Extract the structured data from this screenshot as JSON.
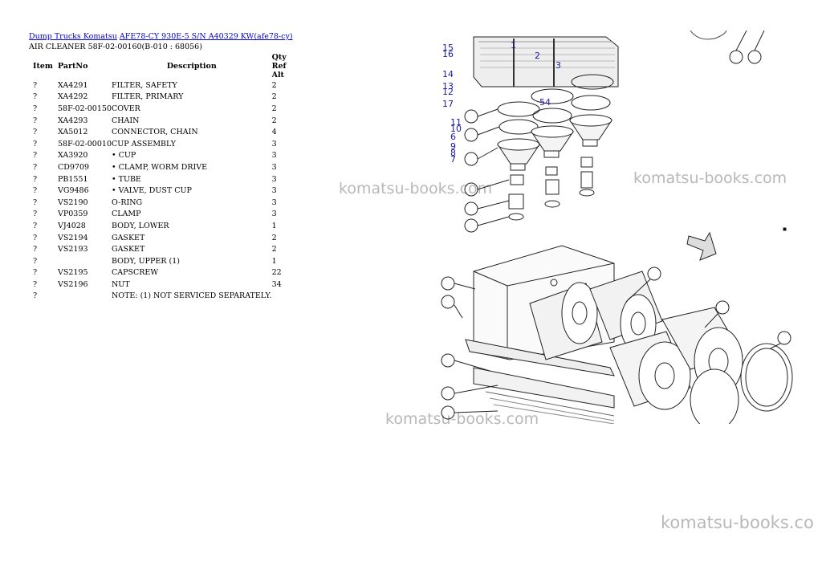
{
  "breadcrumb": {
    "link1": "Dump Trucks Komatsu",
    "link2": "AFE78-CY 930E-5 S/N A40329 KW(afe78-cy)"
  },
  "subtitle": "AIR CLEANER 58F-02-00160(B-010 : 68056)",
  "table": {
    "headers": {
      "item": "Item",
      "partno": "PartNo",
      "description": "Description",
      "qty": "Qty Ref Alt"
    },
    "rows": [
      {
        "item": "?",
        "partno": "XA4291",
        "description": "FILTER, SAFETY",
        "qty": "2"
      },
      {
        "item": "?",
        "partno": "XA4292",
        "description": "FILTER, PRIMARY",
        "qty": "2"
      },
      {
        "item": "?",
        "partno": "58F-02-00150",
        "description": "COVER",
        "qty": "2"
      },
      {
        "item": "?",
        "partno": "XA4293",
        "description": "CHAIN",
        "qty": "2"
      },
      {
        "item": "?",
        "partno": "XA5012",
        "description": "CONNECTOR, CHAIN",
        "qty": "4"
      },
      {
        "item": "?",
        "partno": "58F-02-00010",
        "description": "CUP ASSEMBLY",
        "qty": "3"
      },
      {
        "item": "?",
        "partno": "XA3920",
        "description": "• CUP",
        "qty": "3"
      },
      {
        "item": "?",
        "partno": "CD9709",
        "description": "• CLAMP, WORM DRIVE",
        "qty": "3"
      },
      {
        "item": "?",
        "partno": "PB1551",
        "description": "• TUBE",
        "qty": "3"
      },
      {
        "item": "?",
        "partno": "VG9486",
        "description": "• VALVE, DUST CUP",
        "qty": "3"
      },
      {
        "item": "?",
        "partno": "VS2190",
        "description": "O-RING",
        "qty": "3"
      },
      {
        "item": "?",
        "partno": "VP0359",
        "description": "CLAMP",
        "qty": "3"
      },
      {
        "item": "?",
        "partno": "VJ4028",
        "description": "BODY, LOWER",
        "qty": "1"
      },
      {
        "item": "?",
        "partno": "VS2194",
        "description": "GASKET",
        "qty": "2"
      },
      {
        "item": "?",
        "partno": "VS2193",
        "description": "GASKET",
        "qty": "2"
      },
      {
        "item": "?",
        "partno": "",
        "description": "BODY, UPPER (1)",
        "qty": "1"
      },
      {
        "item": "?",
        "partno": "VS2195",
        "description": "CAPSCREW",
        "qty": "22"
      },
      {
        "item": "?",
        "partno": "VS2196",
        "description": "NUT",
        "qty": "34"
      },
      {
        "item": "?",
        "partno": "",
        "description": "NOTE: (1) NOT SERVICED SEPARATELY.",
        "qty": ""
      }
    ]
  },
  "watermark": {
    "text1": "komatsu-books.com",
    "text2": "komatsu-books.com",
    "text3": "komatsu-books.com",
    "text4": "komatsu-books.co"
  },
  "drawing": {
    "callouts": [
      "15",
      "16",
      "1",
      "2",
      "3",
      "14",
      "13",
      "12",
      "54",
      "17",
      "11",
      "10",
      "6",
      "9",
      "8",
      "7"
    ]
  }
}
